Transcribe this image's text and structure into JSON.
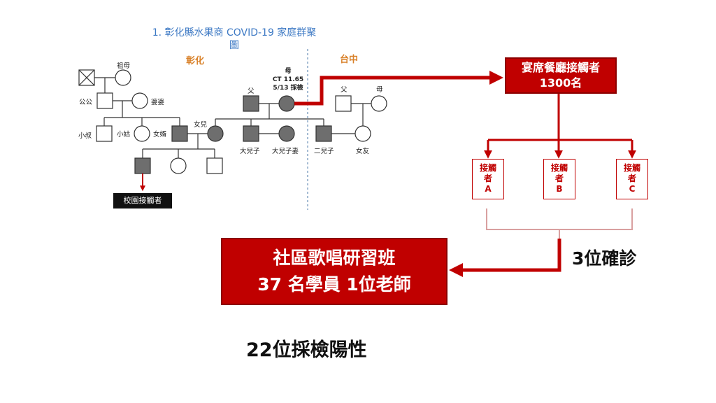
{
  "family_tree": {
    "title_line1": "1. 彰化縣水果商 COVID-19 家庭群聚",
    "title_line2": "圖",
    "region_left": "彰化",
    "region_right": "台中",
    "labels": {
      "grandma": "祖母",
      "grandpa_in_law": "公公",
      "mother_in_law": "婆婆",
      "uncle": "小叔",
      "sister_in_law": "小姑",
      "son_in_law": "女婿",
      "daughter": "女兒",
      "father": "父",
      "mother": "母",
      "mother_ct": "CT 11.65",
      "mother_test": "5/13 採檢",
      "eldest_son": "大兒子",
      "eldest_son_wife": "大兒子妻",
      "second_son": "二兒子",
      "girlfriend": "女友",
      "taichung_father": "父",
      "taichung_mother": "母"
    },
    "campus_contact": "校園接觸者"
  },
  "banquet": {
    "line1": "宴席餐廳接觸者",
    "line2": "1300名"
  },
  "contacts": [
    {
      "line1": "接觸",
      "line2": "者",
      "line3": "A"
    },
    {
      "line1": "接觸",
      "line2": "者",
      "line3": "B"
    },
    {
      "line1": "接觸",
      "line2": "者",
      "line3": "C"
    }
  ],
  "confirmed": "3位確診",
  "choir": {
    "line1": "社區歌唱研習班",
    "line2": "37 名學員 1位老師"
  },
  "positive": "22位採檢陽性",
  "colors": {
    "red": "#c00000",
    "title_blue": "#3d79c4",
    "region_orange": "#d9822b",
    "infected_gray": "#6e6e6e"
  }
}
